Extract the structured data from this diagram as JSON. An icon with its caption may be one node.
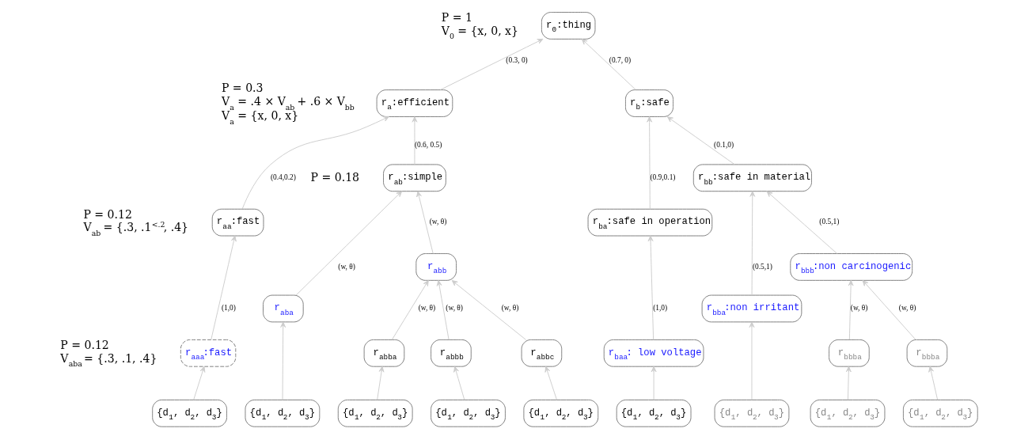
{
  "diagram": {
    "nodes": [
      {
        "text": [
          "r$_{0}$:thing"
        ],
        "beside": [
          "P = 1",
          "V$_{0}$ = {x, 0, x}"
        ]
      },
      {
        "text": [
          "r$_{a}$:efficient"
        ],
        "beside": [
          "P = 0.3",
          "V$_{a}$ = .4 × V$_{ab}$ + .6 × V$_{bb}$",
          "V$_{a}$ = {x, 0, x}"
        ]
      },
      {
        "text": [
          "r$_{b}$:safe"
        ]
      },
      {
        "text": [
          "r$_{aa}$:fast"
        ],
        "beside": [
          "P = 0.12",
          "V$_{ab}$ = {.3, .1$^{<.2}$, .4}"
        ]
      },
      {
        "text": [
          "r$_{ab}$:simple"
        ],
        "beside": [
          "P = 0.18"
        ]
      },
      {
        "text": [
          "r$_{ba}$:safe in operation"
        ]
      },
      {
        "text": [
          "r$_{bb}$:safe in material"
        ]
      },
      {
        "text": [
          "r$_{aaa}$:fast"
        ],
        "beside": [
          "P = 0.12",
          "V$_{aba}$ = {.3, .1, .4}"
        ]
      },
      {
        "text": [
          "r$_{aba}$"
        ]
      },
      {
        "text": [
          "r$_{abb}$"
        ]
      },
      {
        "text": [
          "r$_{baa}$: low voltage"
        ]
      },
      {
        "text": [
          "r$_{bba}$:non irritant"
        ]
      },
      {
        "text": [
          "r$_{bbb}$:non carcinogenic"
        ]
      },
      {
        "text": [
          "r$_{abba}$"
        ]
      },
      {
        "text": [
          "r$_{abbb}$"
        ]
      },
      {
        "text": [
          "r$_{abbc}$"
        ]
      },
      {
        "text": [
          "r$_{bbba}$"
        ]
      },
      {
        "text": [
          "r$_{bbba}$"
        ]
      },
      {
        "text": [
          "{d$_{1}$, d$_{2}$, d$_{3}$}"
        ]
      },
      {
        "text": [
          "{d$_{1}$, d$_{2}$, d$_{3}$}"
        ]
      },
      {
        "text": [
          "{d$_{1}$, d$_{2}$, d$_{3}$}"
        ]
      },
      {
        "text": [
          "{d$_{1}$, d$_{2}$, d$_{3}$}"
        ]
      },
      {
        "text": [
          "{d$_{1}$, d$_{2}$, d$_{3}$}"
        ]
      },
      {
        "text": [
          "{d$_{1}$, d$_{2}$, d$_{3}$}"
        ]
      },
      {
        "text": [
          "{d$_{1}$, d$_{2}$, d$_{3}$}"
        ]
      },
      {
        "text": [
          "{d$_{1}$, d$_{2}$, d$_{3}$}"
        ]
      },
      {
        "text": [
          "{d$_{1}$, d$_{2}$, d$_{3}$}"
        ]
      }
    ],
    "edges": [
      {
        "from": 1,
        "to": 0,
        "arrow": "to",
        "label": "(0.3, 0)"
      },
      {
        "from": 2,
        "to": 0,
        "arrow": "to",
        "label": "(0.7, 0)"
      },
      {
        "from": 3,
        "to": 1,
        "arrow": "to",
        "label": "(0.4,0.2)"
      },
      {
        "from": 4,
        "to": 1,
        "arrow": "to",
        "label": "(0.6, 0.5)"
      },
      {
        "from": 5,
        "to": 2,
        "arrow": "to",
        "label": "(0.9,0.1)"
      },
      {
        "from": 6,
        "to": 2,
        "arrow": "to",
        "label": "(0.1,0)"
      },
      {
        "from": 7,
        "to": 3,
        "arrow": "to",
        "label": "(1,0)"
      },
      {
        "from": 8,
        "to": 4,
        "arrow": "to",
        "label": "(w, θ)"
      },
      {
        "from": 9,
        "to": 4,
        "arrow": "to",
        "label": "(w, θ)"
      },
      {
        "from": 10,
        "to": 5,
        "arrow": "to",
        "label": "(1,0)"
      },
      {
        "from": 11,
        "to": 6,
        "arrow": "to",
        "label": "(0.5,1)"
      },
      {
        "from": 12,
        "to": 6,
        "arrow": "to",
        "label": "(0.5,1)"
      },
      {
        "from": 13,
        "to": 9,
        "arrow": "to",
        "label": "(w, θ)"
      },
      {
        "from": 14,
        "to": 9,
        "arrow": "to",
        "label": "(w, θ)"
      },
      {
        "from": 15,
        "to": 9,
        "arrow": "to",
        "label": "(w, θ)"
      },
      {
        "from": 16,
        "to": 12,
        "arrow": "to",
        "label": "(w, θ)"
      },
      {
        "from": 17,
        "to": 12,
        "arrow": "to",
        "label": "(w, θ)"
      },
      {
        "from": 18,
        "to": 7,
        "arrow": "to"
      },
      {
        "from": 19,
        "to": 8,
        "arrow": "to"
      },
      {
        "from": 20,
        "to": 13,
        "arrow": "to"
      },
      {
        "from": 21,
        "to": 14,
        "arrow": "to"
      },
      {
        "from": 22,
        "to": 15,
        "arrow": "to"
      },
      {
        "from": 23,
        "to": 10,
        "arrow": "to"
      },
      {
        "from": 24,
        "to": 11,
        "arrow": "to"
      },
      {
        "from": 25,
        "to": 16,
        "arrow": "to"
      },
      {
        "from": 26,
        "to": 17,
        "arrow": "to"
      }
    ]
  }
}
